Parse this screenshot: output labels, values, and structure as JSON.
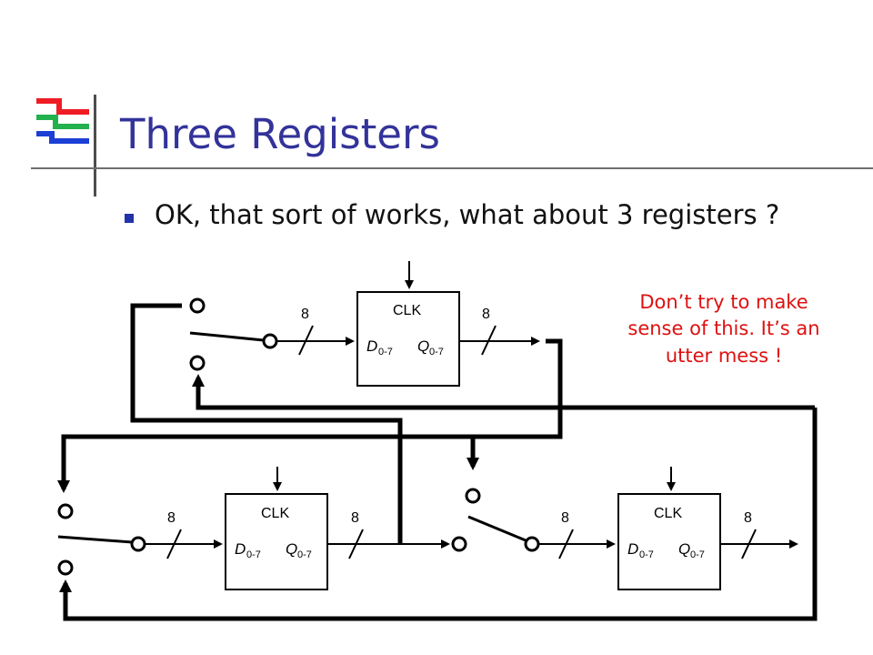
{
  "slide": {
    "title": "Three Registers",
    "bullet": "OK, that sort of works, what about 3 registers ?",
    "note_lines": [
      "Don’t try to make",
      "sense of this. It’s an",
      "utter mess !"
    ]
  },
  "registers": [
    {
      "clock_label": "CLK",
      "d_label": "D",
      "d_sub": "0-7",
      "q_label": "Q",
      "q_sub": "0-7",
      "bus_in_width": "8",
      "bus_out_width": "8"
    },
    {
      "clock_label": "CLK",
      "d_label": "D",
      "d_sub": "0-7",
      "q_label": "Q",
      "q_sub": "0-7",
      "bus_in_width": "8",
      "bus_out_width": "8"
    },
    {
      "clock_label": "CLK",
      "d_label": "D",
      "d_sub": "0-7",
      "q_label": "Q",
      "q_sub": "0-7",
      "bus_in_width": "8",
      "bus_out_width": "8"
    }
  ],
  "colors": {
    "title": "#33339a",
    "note": "#dd1111",
    "bullet": "#2233aa",
    "logo_red": "#ee1c24",
    "logo_green": "#22b14c",
    "logo_blue": "#1c3fd6"
  }
}
